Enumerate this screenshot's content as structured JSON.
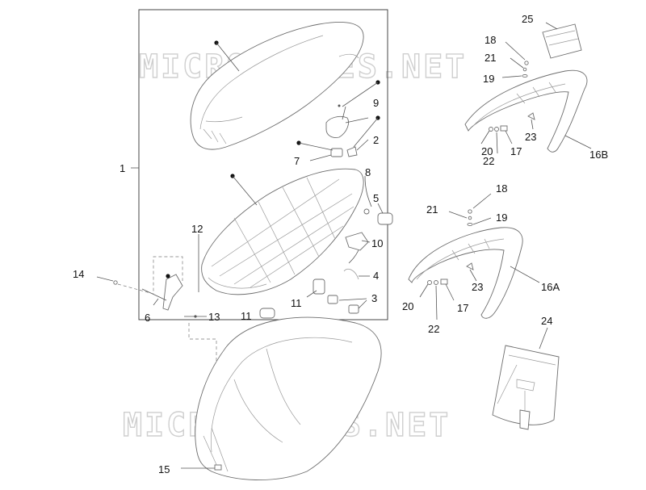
{
  "watermark": "MICROFICHES.NET",
  "labels": {
    "l1": "1",
    "l2": "2",
    "l3": "3",
    "l4": "4",
    "l5": "5",
    "l6": "6",
    "l7": "7",
    "l8": "8",
    "l9": "9",
    "l10": "10",
    "l11a": "11",
    "l11b": "11",
    "l12": "12",
    "l13": "13",
    "l14": "14",
    "l15": "15",
    "l16a": "16A",
    "l16b": "16B",
    "l17a": "17",
    "l17b": "17",
    "l18a": "18",
    "l18b": "18",
    "l19a": "19",
    "l19b": "19",
    "l20a": "20",
    "l20b": "20",
    "l21a": "21",
    "l21b": "21",
    "l22a": "22",
    "l22b": "22",
    "l23a": "23",
    "l23b": "23",
    "l24": "24",
    "l25": "25"
  }
}
